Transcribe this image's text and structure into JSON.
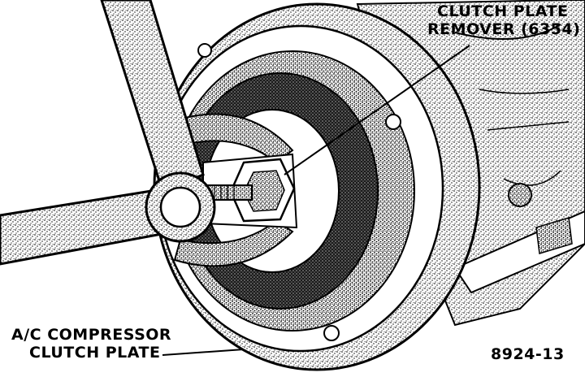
{
  "diagram": {
    "callouts": {
      "remover_line1": "CLUTCH PLATE",
      "remover_line2": "REMOVER (6354)",
      "plate_line1": "A/C COMPRESSOR",
      "plate_line2": "CLUTCH PLATE"
    },
    "figure_number": "8924-13"
  },
  "colors": {
    "ink": "#000000",
    "paper": "#ffffff",
    "stipple_light": "#c8c8c8",
    "stipple_dark": "#2a2a2a"
  }
}
